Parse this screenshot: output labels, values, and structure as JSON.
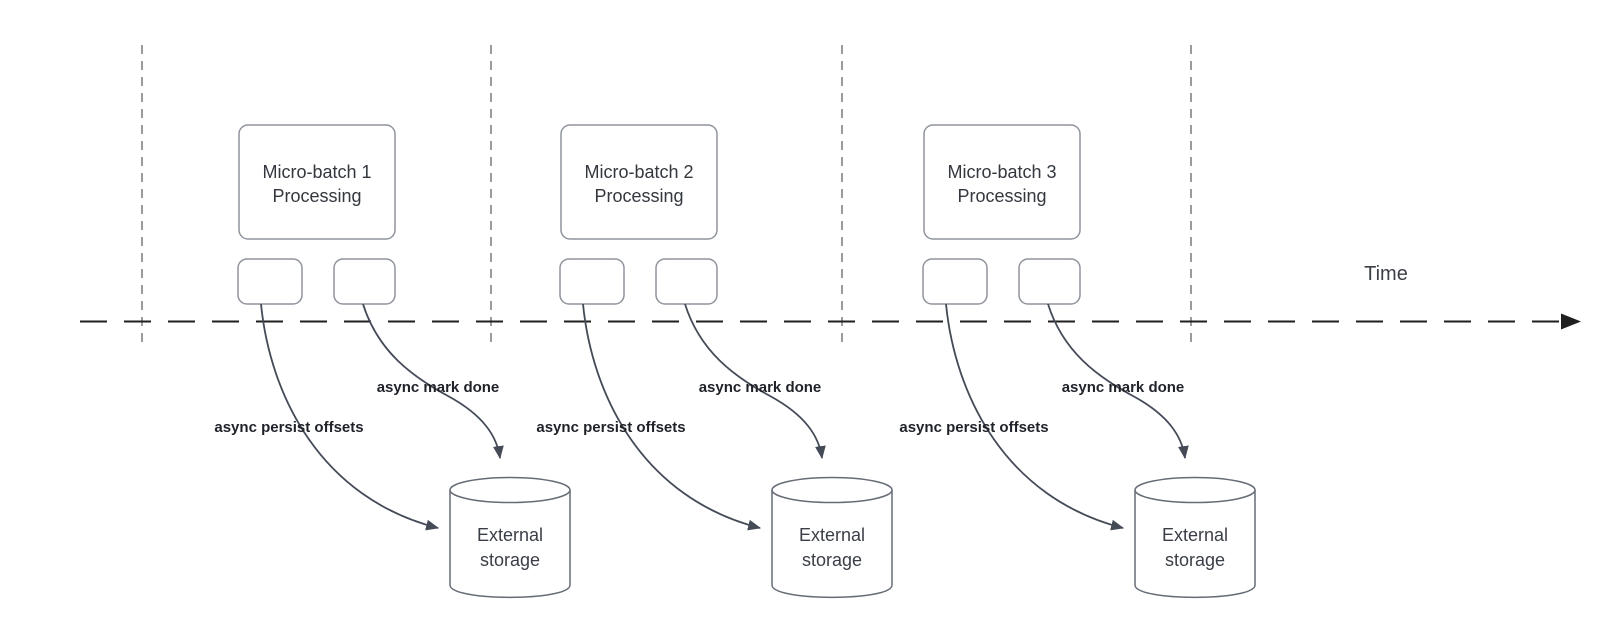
{
  "diagram": {
    "timeline": {
      "label": "Time"
    },
    "batches": [
      {
        "title_line1": "Micro-batch 1",
        "title_line2": "Processing",
        "persist_label": "async persist offsets",
        "markdone_label": "async mark done",
        "storage_line1": "External",
        "storage_line2": "storage"
      },
      {
        "title_line1": "Micro-batch 2",
        "title_line2": "Processing",
        "persist_label": "async persist offsets",
        "markdone_label": "async mark done",
        "storage_line1": "External",
        "storage_line2": "storage"
      },
      {
        "title_line1": "Micro-batch 3",
        "title_line2": "Processing",
        "persist_label": "async persist offsets",
        "markdone_label": "async mark done",
        "storage_line1": "External",
        "storage_line2": "storage"
      }
    ]
  },
  "colors": {
    "timeline_color": "#1f1f1f",
    "guide_color": "#9b9b9b",
    "box_stroke": "#8f949c",
    "cylinder_stroke": "#666c76",
    "arrow_color": "#444b57",
    "title_color": "#33373e",
    "label_color": "#1f2229",
    "storage_text_color": "#3a3e46",
    "time_label_color": "#3b3f46",
    "background": "#ffffff"
  }
}
